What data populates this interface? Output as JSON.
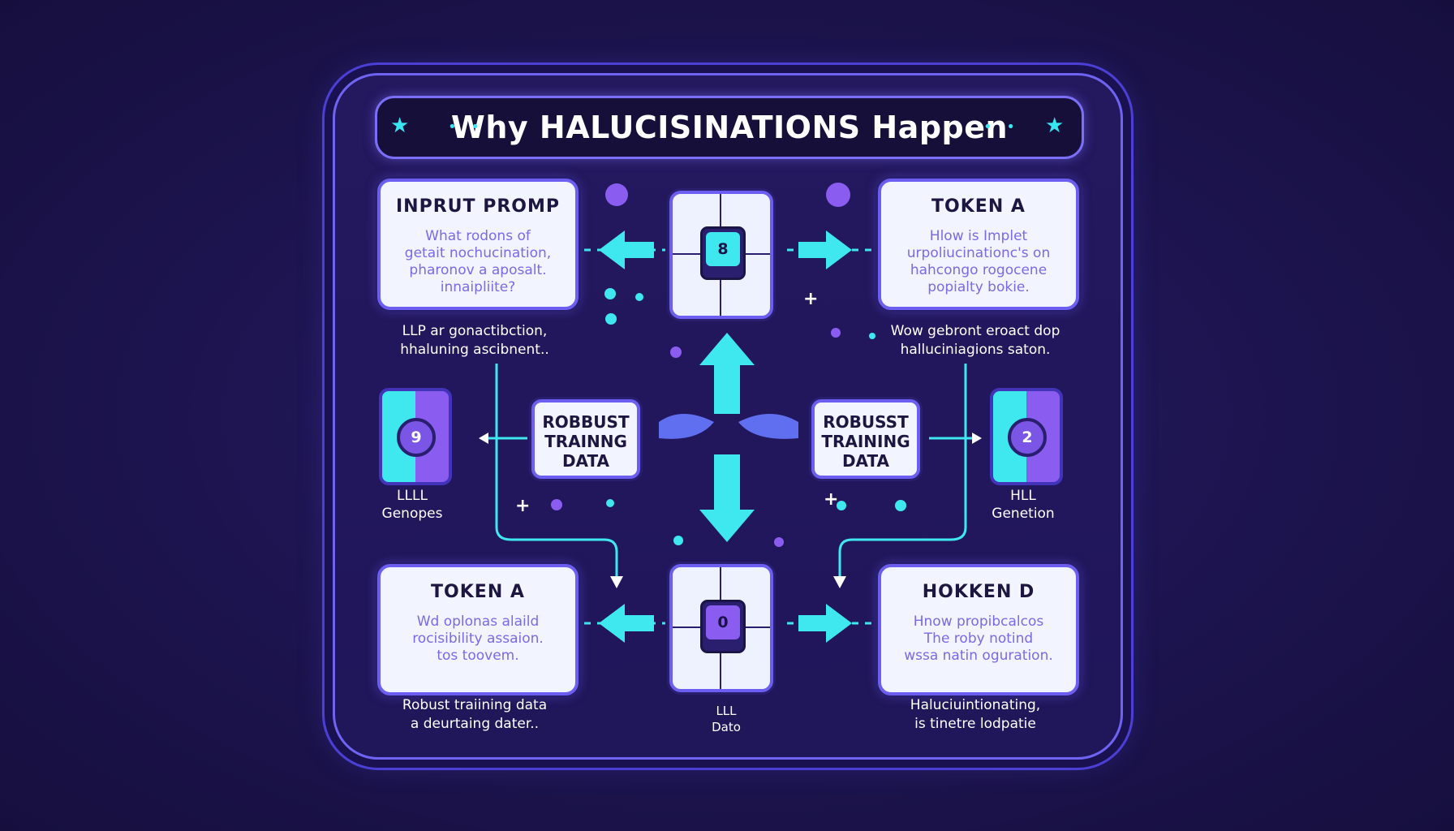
{
  "title": "Why HALUCISINATIONS Happen",
  "cards": {
    "top_left": {
      "head": "INPRUT PROMP",
      "body": [
        "What rodons of",
        "getait nochucination,",
        "pharonov a aposalt.",
        "innaipliite?"
      ]
    },
    "top_right": {
      "head": "TOKEN A",
      "body": [
        "Hlow is Implet",
        "urpoliucinationc's on",
        "hahcongo rogocene",
        "popialty bokie."
      ]
    },
    "bottom_left": {
      "head": "TOKEN A",
      "body": [
        "Wd oplonas alaild",
        "rocisibility assaion.",
        "tos toovem."
      ]
    },
    "bottom_right": {
      "head": "HOKKEN D",
      "body": [
        "Hnow propibcalcos",
        "The roby notind",
        "wssa natin oguration."
      ]
    }
  },
  "captions": {
    "top_left": [
      "LLP ar gonactibction,",
      "hhaluning ascibnent.."
    ],
    "top_right": [
      "Wow gebront eroact dop",
      "halluciniagions saton."
    ],
    "bottom_left": [
      "Robust traiining data",
      "a deurtaing dater.."
    ],
    "bottom_right": [
      "Haluciuintionating,",
      "is tinetre lodpatie"
    ]
  },
  "center_keys": {
    "top": "8",
    "bottom": "0"
  },
  "side_tiles": {
    "left": {
      "value": "9",
      "label": [
        "LLLL",
        "Genopes"
      ]
    },
    "right": {
      "value": "2",
      "label": [
        "HLL",
        "Genetion"
      ]
    }
  },
  "robust_boxes": {
    "left": [
      "ROBBUST",
      "TRAINNG",
      "DATA"
    ],
    "right": [
      "ROBUSST",
      "TRAINING",
      "DATA"
    ]
  },
  "bottom_center_label": [
    "LLL",
    "Dato"
  ],
  "colors": {
    "cyan": "#3fe7ef",
    "violet": "#8a5cf0",
    "frame": "#6b5ef0",
    "bg": "#1e1552"
  }
}
